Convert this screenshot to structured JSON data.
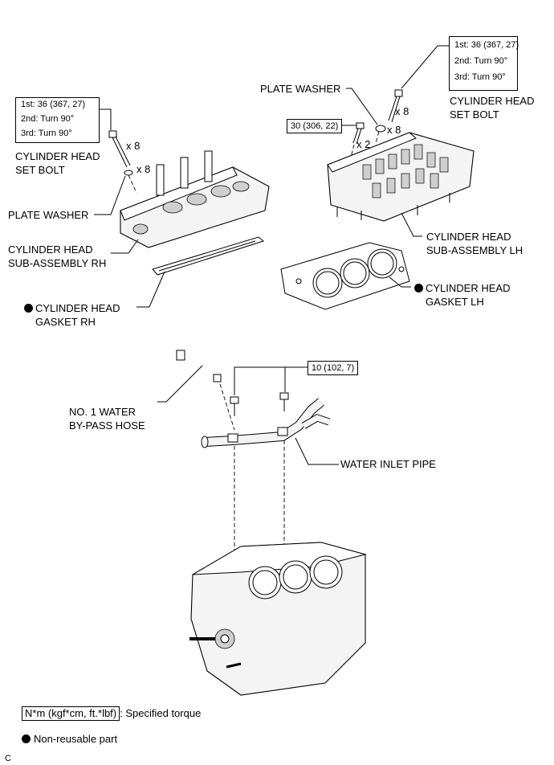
{
  "torque_boxes": {
    "rh_set_bolt": {
      "line1": "1st: 36 (367, 27)",
      "line2": "2nd: Turn 90°",
      "line3": "3rd: Turn 90°"
    },
    "lh_set_bolt": {
      "line1": "1st: 36 (367, 27)",
      "line2": "2nd: Turn 90°",
      "line3": "3rd: Turn 90°"
    },
    "lh_small_bolt": "30 (306, 22)",
    "water_pipe_bolt": "10 (102, 7)"
  },
  "labels": {
    "rh_set_bolt": "CYLINDER HEAD\nSET BOLT",
    "rh_x8_bolt": "x 8",
    "rh_x8_washer": "x 8",
    "rh_plate_washer": "PLATE WASHER",
    "rh_head": "CYLINDER HEAD\nSUB-ASSEMBLY RH",
    "rh_gasket": "CYLINDER HEAD\nGASKET RH",
    "lh_plate_washer": "PLATE WASHER",
    "lh_x8_bolt": "x 8",
    "lh_x8_washer": "x 8",
    "lh_x2": "x 2",
    "lh_set_bolt": "CYLINDER HEAD\nSET BOLT",
    "lh_head": "CYLINDER HEAD\nSUB-ASSEMBLY LH",
    "lh_gasket": "CYLINDER HEAD\nGASKET LH",
    "bypass_hose": "NO. 1 WATER\nBY-PASS HOSE",
    "water_inlet_pipe": "WATER INLET PIPE"
  },
  "legend": {
    "torque_key": "N*m (kgf*cm, ft.*lbf)",
    "torque_text": ": Specified torque",
    "nonreusable_text": "Non-reusable part"
  },
  "corner_code": "C",
  "colors": {
    "line": "#000000",
    "background": "#ffffff",
    "part_fill": "#f4f4f4"
  }
}
